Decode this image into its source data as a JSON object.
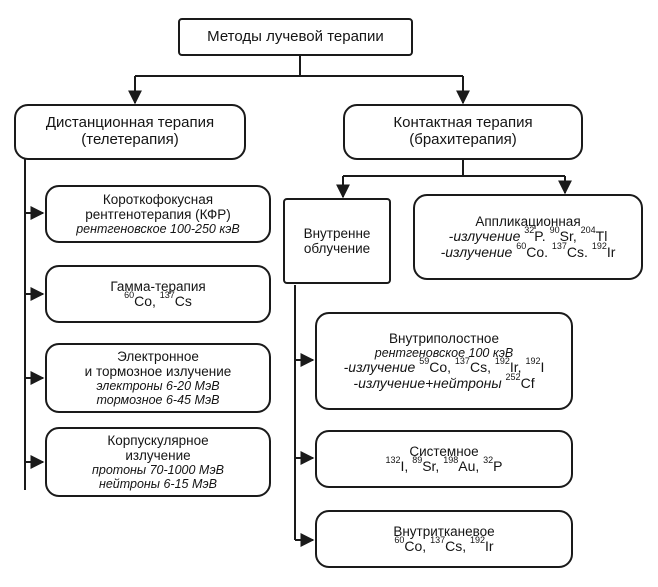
{
  "root": {
    "title": "Методы лучевой терапии"
  },
  "remote": {
    "title1": "Дистанционная терапия",
    "title2": "(телетерапия)",
    "items": [
      {
        "l1": "Короткофокусная",
        "l2": "рентгенотерапия (КФР)",
        "l3": "рентгеновское 100-250 кэВ"
      },
      {
        "title": "Гамма-терапия",
        "iso": [
          {
            "m": "60",
            "s": "Co,"
          },
          {
            "m": "137",
            "s": "Cs"
          }
        ]
      },
      {
        "l1": "Электронное",
        "l2": "и тормозное излучение",
        "l3": "электроны 6-20 МэВ",
        "l4": "тормозное 6-45 МэВ"
      },
      {
        "l1": "Корпускулярное",
        "l2": "излучение",
        "l3": "протоны 70-1000 МэВ",
        "l4": "нейтроны 6-15 МэВ"
      }
    ]
  },
  "contact": {
    "title1": "Контактная терапия",
    "title2": "(брахитерапия)",
    "internal": {
      "l1": "Внутренне",
      "l2": "облучение"
    },
    "applic": {
      "title": "Аппликационная",
      "row1": {
        "label": "-излучение",
        "iso": [
          {
            "m": "32",
            "s": "P."
          },
          {
            "m": "90",
            "s": "Sr,"
          },
          {
            "m": "204",
            "s": "Tl"
          }
        ]
      },
      "row2": {
        "label": "-излучение",
        "iso": [
          {
            "m": "60",
            "s": "Co."
          },
          {
            "m": "137",
            "s": "Cs."
          },
          {
            "m": "192",
            "s": "Ir"
          }
        ]
      }
    },
    "intracavitary": {
      "title": "Внутриполостное",
      "sub": "рентгеновское 100 кэВ",
      "row1": {
        "label": "-излучение",
        "iso": [
          {
            "m": "59",
            "s": "Co,"
          },
          {
            "m": "137",
            "s": "Cs,"
          },
          {
            "m": "192",
            "s": "Ir,"
          },
          {
            "m": "192",
            "s": "I"
          }
        ]
      },
      "row2": {
        "label": "-излучение+нейтроны",
        "iso": [
          {
            "m": "252",
            "s": "Cf"
          }
        ]
      }
    },
    "systemic": {
      "title": "Системное",
      "iso": [
        {
          "m": "132",
          "s": "I,"
        },
        {
          "m": "89",
          "s": "Sr,"
        },
        {
          "m": "198",
          "s": "Au,"
        },
        {
          "m": "32",
          "s": "P"
        }
      ]
    },
    "interstitial": {
      "title": "Внутритканевое",
      "iso": [
        {
          "m": "60",
          "s": "Co,"
        },
        {
          "m": "137",
          "s": "Cs,"
        },
        {
          "m": "192",
          "s": "Ir"
        }
      ]
    }
  }
}
